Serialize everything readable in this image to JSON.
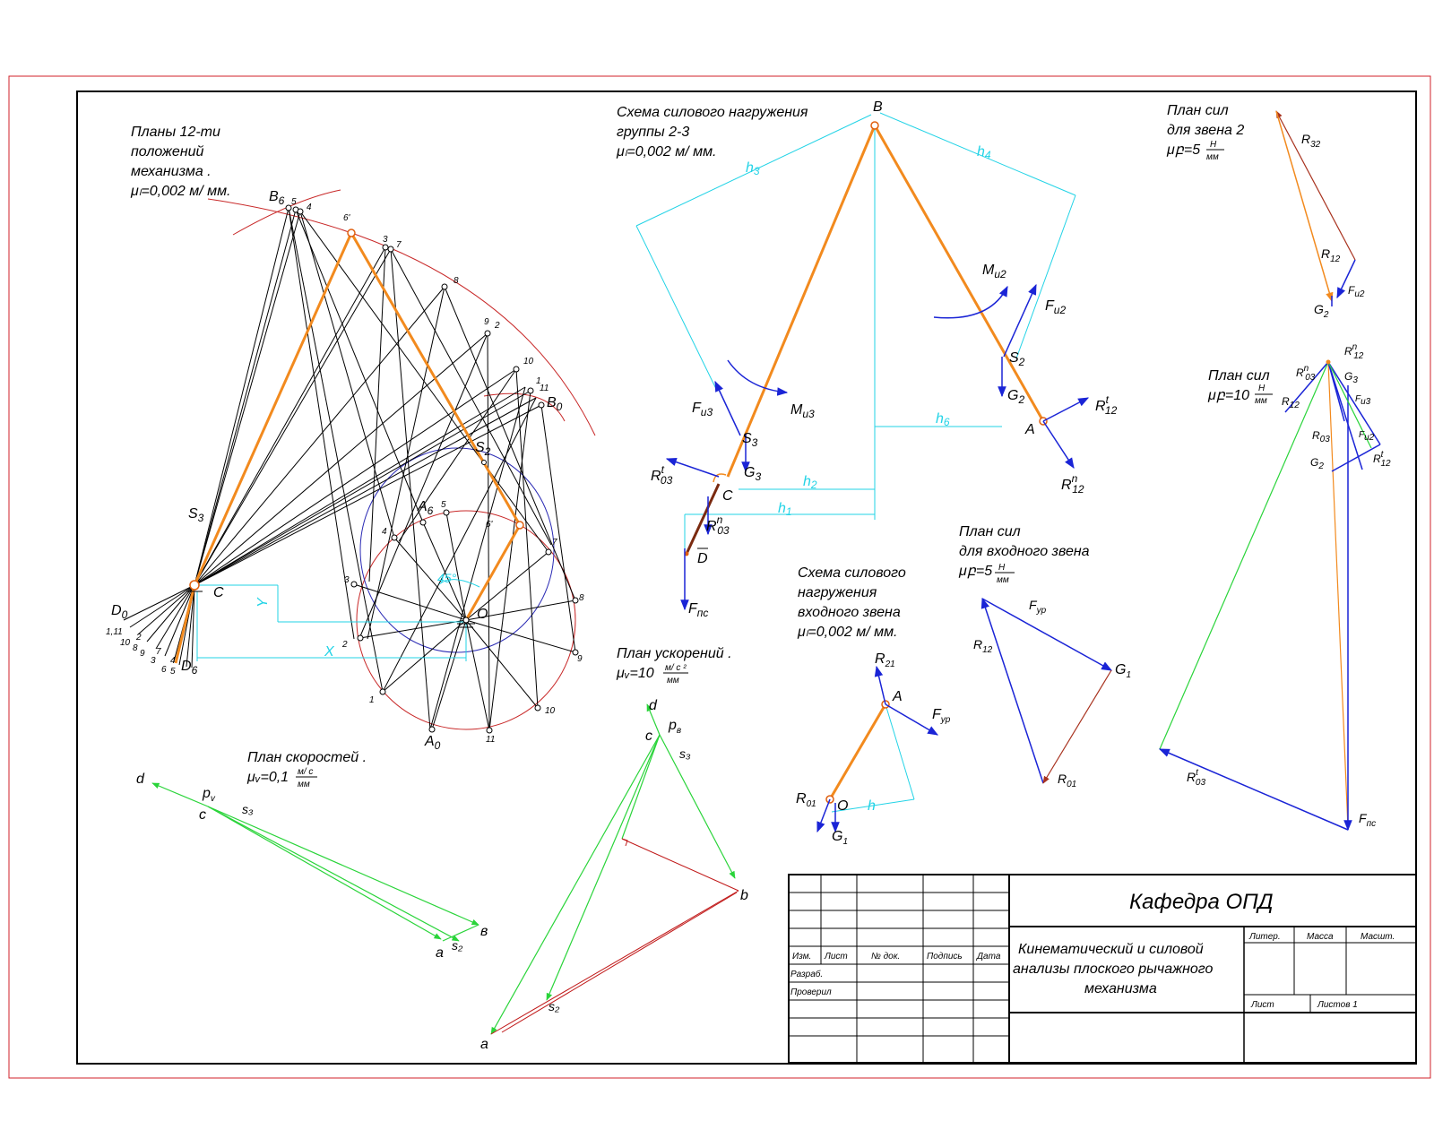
{
  "colors": {
    "sheet_border": "#d0202a",
    "link": "#f28a1e",
    "dimension": "#22d3e6",
    "force": "#1a24d6",
    "plan_green": "#2ad43a",
    "plan_red": "#c01818",
    "circle_red": "#c82828",
    "circle_blue": "#2a2ab4"
  },
  "positions_plan": {
    "title_lines": [
      "Планы 12-ти",
      "положений",
      "механизма ."
    ],
    "scale": "μₗ=0,002 м/ мм.",
    "labels": {
      "B6": "B",
      "B6_sub": "6",
      "B0": "B",
      "B0_sub": "0",
      "S3": "S",
      "S3_sub": "3",
      "S2": "S",
      "S2_sub": "2",
      "C": "C",
      "O": "O",
      "D0": "D",
      "D0_sub": "0",
      "D6": "D",
      "D6_sub": "6",
      "A6": "A",
      "A6_sub": "6",
      "A0": "A",
      "A0_sub": "0",
      "X": "X",
      "Y": "Y",
      "angle": "45°"
    },
    "b_marks": [
      "5",
      "4",
      "6'",
      "3",
      "7",
      "8",
      "9",
      "2",
      "10",
      "1",
      "11"
    ],
    "a_marks": [
      "5",
      "4",
      "3",
      "2",
      "1",
      "6'",
      "7",
      "8",
      "9",
      "10",
      "11"
    ],
    "d_marks": [
      "1,11",
      "2",
      "10",
      "8",
      "9",
      "3",
      "7",
      "6",
      "5",
      "4"
    ]
  },
  "force_scheme_23": {
    "title_lines": [
      "Схема силового нагружения",
      "группы 2-3"
    ],
    "scale": "μₗ=0,002 м/ мм.",
    "labels": {
      "B": "B",
      "A": "A",
      "C": "C",
      "D": "D",
      "S3": "S",
      "S3_sub": "3",
      "S2": "S",
      "S2_sub": "2",
      "h1": "h",
      "h1_sub": "1",
      "h2": "h",
      "h2_sub": "2",
      "h3": "h",
      "h3_sub": "3",
      "h4": "h",
      "h4_sub": "4",
      "h6": "h",
      "h6_sub": "6",
      "Fu3": "F",
      "Fu3_sub": "u3",
      "Mu3": "M",
      "Mu3_sub": "u3",
      "G3": "G",
      "G3_sub": "3",
      "R03t": "R",
      "R03t_sub": "03",
      "R03t_sup": "t",
      "R03n": "R",
      "R03n_sub": "03",
      "R03n_sup": "n",
      "Fpc": "F",
      "Fpc_sub": "пс",
      "Mu2": "M",
      "Mu2_sub": "u2",
      "Fu2": "F",
      "Fu2_sub": "u2",
      "G2": "G",
      "G2_sub": "2",
      "R12t": "R",
      "R12t_sub": "12",
      "R12t_sup": "t",
      "R12n": "R",
      "R12n_sub": "12",
      "R12n_sup": "n"
    }
  },
  "input_scheme": {
    "title_lines": [
      "Схема силового",
      "нагружения",
      "входного звена"
    ],
    "scale": "μₗ=0,002 м/ мм.",
    "labels": {
      "R21": "R",
      "R21_sub": "21",
      "A": "A",
      "Fur": "F",
      "Fur_sub": "ур",
      "R01": "R",
      "R01_sub": "01",
      "O": "O",
      "h": "h",
      "G1": "G",
      "G1_sub": "1"
    }
  },
  "input_force_plan": {
    "title_lines": [
      "План сил",
      "для входного звена"
    ],
    "scale": "μբ=5",
    "scale_num": "Н",
    "scale_den": "мм",
    "labels": {
      "Fur": "F",
      "Fur_sub": "ур",
      "R12": "R",
      "R12_sub": "12",
      "G1": "G",
      "G1_sub": "1",
      "R01": "R",
      "R01_sub": "01"
    }
  },
  "link2_force_plan": {
    "title_lines": [
      "План сил",
      "для звена 2"
    ],
    "scale": "μբ=5",
    "scale_num": "Н",
    "scale_den": "мм",
    "labels": {
      "R32": "R",
      "R32_sub": "32",
      "R12": "R",
      "R12_sub": "12",
      "Fu2": "F",
      "Fu2_sub": "u2",
      "G2": "G",
      "G2_sub": "2"
    }
  },
  "group_force_plan": {
    "title_lines": [
      "План сил"
    ],
    "scale": "μբ=10",
    "scale_num": "Н",
    "scale_den": "мм",
    "labels": {
      "R12n_top": "R",
      "R12n_top_sub": "12",
      "R12n_top_sup": "n",
      "R03n_top": "R",
      "R03n_top_sub": "03",
      "R03n_top_sup": "n",
      "G3": "G",
      "G3_sub": "3",
      "R12": "R",
      "R12_sub": "12",
      "Fu3": "F",
      "Fu3_sub": "u3",
      "R03": "R",
      "R03_sub": "03",
      "Fu2": "F",
      "Fu2_sub": "u2",
      "G2": "G",
      "G2_sub": "2",
      "R12t": "R",
      "R12t_sub": "12",
      "R12t_sup": "t",
      "R03t": "R",
      "R03t_sub": "03",
      "R03t_sup": "t",
      "Fpc": "F",
      "Fpc_sub": "пс"
    }
  },
  "velocity_plan": {
    "title": "План скоростей .",
    "scale": "μᵥ=0,1",
    "scale_num": "м/ с",
    "scale_den": "мм",
    "labels": {
      "d": "d",
      "pv": "p",
      "pv_sub": "v",
      "c": "c",
      "s3": "s₃",
      "a": "a",
      "s2": "s₂",
      "b": "в"
    }
  },
  "accel_plan": {
    "title": "План ускорений .",
    "scale": "μᵥ=10",
    "scale_num": "м/ с ²",
    "scale_den": "мм",
    "labels": {
      "d": "d",
      "c": "c",
      "pa": "p",
      "pa_sub": "в",
      "s3": "s₃",
      "b": "b",
      "s2": "s₂",
      "a": "a"
    }
  },
  "title_block": {
    "department": "Кафедра ОПД",
    "drawing_title": [
      "Кинематический и силовой",
      "анализы плоского рычажного",
      "механизма"
    ],
    "col_headers": [
      "Изм.",
      "Лист",
      "№ док.",
      "Подпись",
      "Дата"
    ],
    "rows": [
      "Разраб.",
      "Проверил"
    ],
    "right_headers": [
      "Литер.",
      "Масса",
      "Масшт."
    ],
    "sheet_label": "Лист",
    "sheets_label": "Листов 1"
  }
}
